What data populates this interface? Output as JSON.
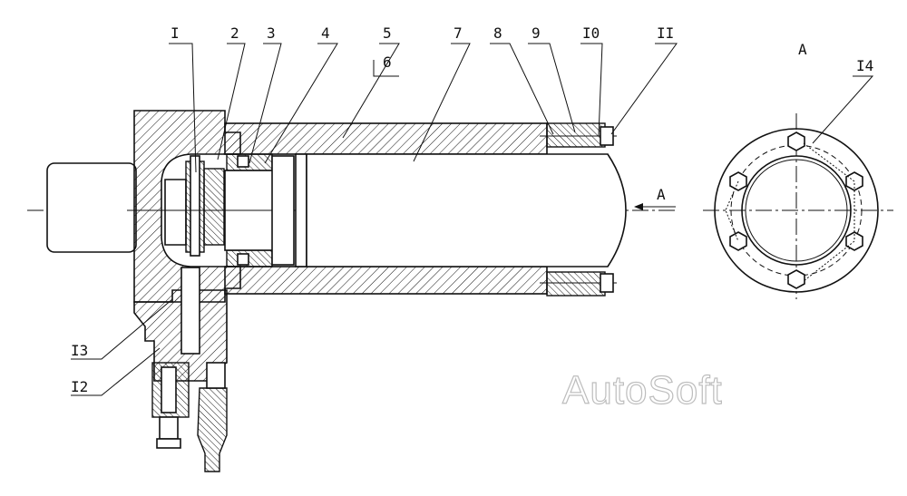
{
  "labels": {
    "p1": "I",
    "p2": "2",
    "p3": "3",
    "p4": "4",
    "p5": "5",
    "p6": "6",
    "p7": "7",
    "p8": "8",
    "p9": "9",
    "p10": "I0",
    "p11": "II",
    "p12": "I2",
    "p13": "I3",
    "p14": "I4",
    "view_a_title": "A",
    "view_a_arrow": "A"
  },
  "watermark": "AutoSoft",
  "colors": {
    "line": "#111111",
    "watermark": "#bdbdbd",
    "background": "#ffffff"
  }
}
